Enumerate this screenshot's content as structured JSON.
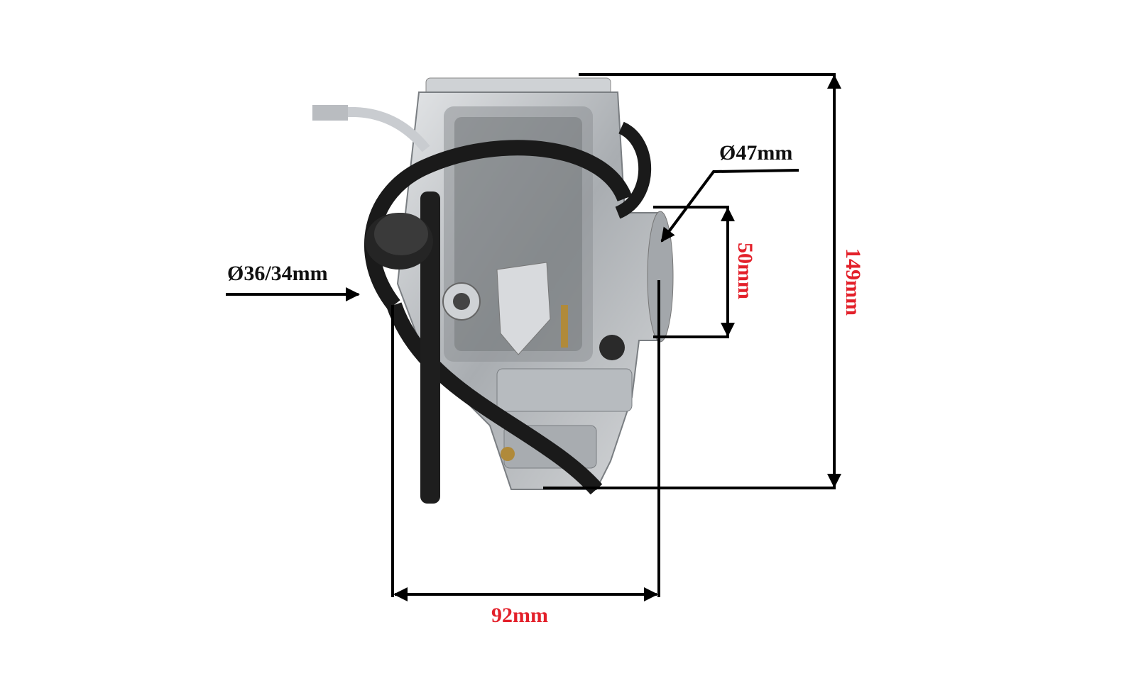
{
  "dimensions": {
    "inlet_diameter": "Ø47mm",
    "outlet_diameter": "Ø36/34mm",
    "flange_height": "50mm",
    "total_height": "149mm",
    "total_width": "92mm"
  },
  "colors": {
    "dimension_label_red": "#e3202a",
    "dimension_line": "#000000",
    "body_metal": "#b8bcc0",
    "hose": "#1a1a1a"
  }
}
